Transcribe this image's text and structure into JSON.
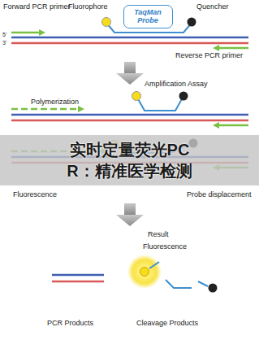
{
  "diagram": {
    "title": "实时定量荧光PCR：精准医学检测",
    "nodes": [
      {
        "text": [
          "TaqMan Probe"
        ]
      }
    ],
    "labels": [
      "Forward PCR primer",
      "Fluorophore",
      "Quencher",
      "5'",
      "3'",
      "Reverse PCR primer",
      "Amplification Assay",
      "Polymerization",
      "Probe displacement",
      "Fluorescence",
      "Result",
      "Fluorescence",
      "PCR Products",
      "Cleavage Products"
    ]
  }
}
